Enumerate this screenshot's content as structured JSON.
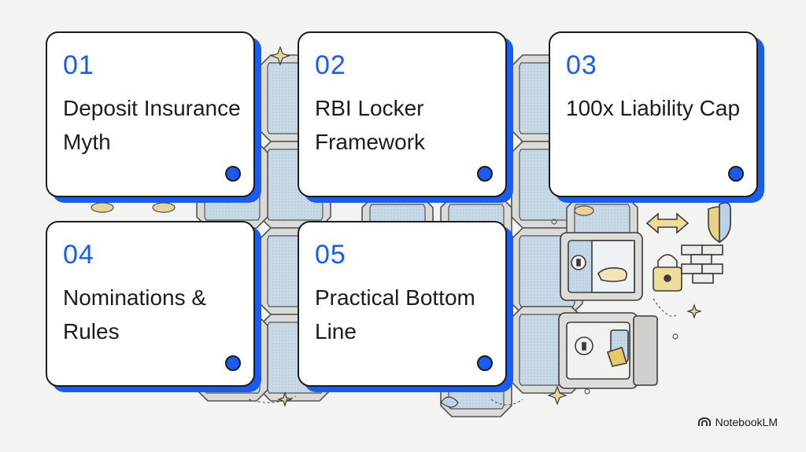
{
  "cards": [
    {
      "number": "01",
      "title": "Deposit Insurance Myth"
    },
    {
      "number": "02",
      "title": "RBI Locker Framework"
    },
    {
      "number": "03",
      "title": "100x Liability Cap"
    },
    {
      "number": "04",
      "title": "Nominations & Rules"
    },
    {
      "number": "05",
      "title": "Practical Bottom Line"
    }
  ],
  "brand": {
    "label": "NotebookLM",
    "icon": "notebooklm-logo-icon"
  },
  "colors": {
    "accent": "#1a5cf0",
    "ink": "#1c1c1c",
    "background": "#f3f3f1"
  }
}
